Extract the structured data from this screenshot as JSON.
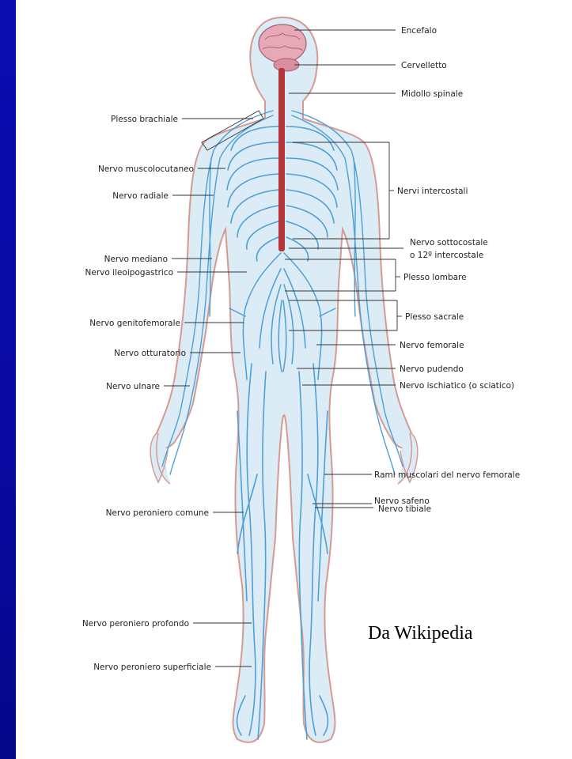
{
  "colors": {
    "background": "#0a0a9e",
    "panel": "#ffffff",
    "body_fill": "#dcecf6",
    "body_outline": "#d69a92",
    "nerve": "#4f9fd4",
    "spinal_cord": "#b3373a",
    "brain": "#e8a9b6"
  },
  "labels_left": [
    "Plesso brachiale",
    "Nervo muscolocutaneo",
    "Nervo radiale",
    "Nervo mediano",
    "Nervo ileoipogastrico",
    "Nervo genitofemorale",
    "Nervo otturatorio",
    "Nervo ulnare",
    "Nervo peroniero comune",
    "Nervo peroniero profondo",
    "Nervo peroniero superficiale"
  ],
  "labels_right": [
    "Encefalo",
    "Cervelletto",
    "Midollo spinale",
    "Nervi intercostali",
    "Nervo sottocostale",
    "o 12º intercostale",
    "Plesso lombare",
    "Plesso sacrale",
    "Nervo femorale",
    "Nervo pudendo",
    "Nervo ischiatico (o sciatico)",
    "Rami muscolari del nervo femorale",
    "Nervo safeno",
    "Nervo tibiale"
  ],
  "credit": "Da Wikipedia"
}
